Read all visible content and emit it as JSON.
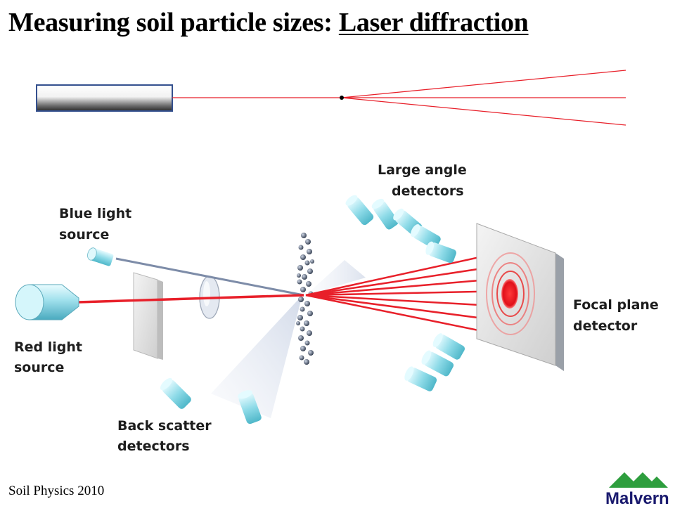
{
  "slide": {
    "title_prefix": "Measuring soil particle sizes: ",
    "title_underlined": "Laser diffraction",
    "footer": "Soil Physics 2010"
  },
  "labels": {
    "large_angle_line1": "Large angle",
    "large_angle_line2": "detectors",
    "blue_line1": "Blue light",
    "blue_line2": "source",
    "red_line1": "Red light",
    "red_line2": "source",
    "focal_line1": "Focal plane",
    "focal_line2": "detector",
    "back_line1": "Back scatter",
    "back_line2": "detectors"
  },
  "logo": {
    "text": "Malvern",
    "color": "#1a1a6e",
    "accent": "#2e9e3e"
  },
  "colors": {
    "laser": "#e8202a",
    "detector": "#7fd6e3",
    "blue_beam": "#7d8ca8"
  }
}
